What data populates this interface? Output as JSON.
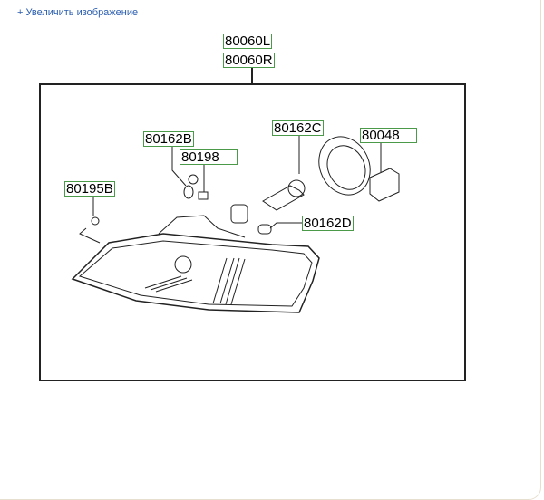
{
  "link": {
    "enlarge_label": "+ Увеличить изображение"
  },
  "parts": {
    "p80060L": "80060L",
    "p80060R": "80060R",
    "p80162B": "80162B",
    "p80198": "80198",
    "p80195B": "80195B",
    "p80162C": "80162C",
    "p80048": "80048",
    "p80162D": "80162D"
  },
  "colors": {
    "label_border": "#4a9a4a",
    "link": "#2a5db0"
  }
}
